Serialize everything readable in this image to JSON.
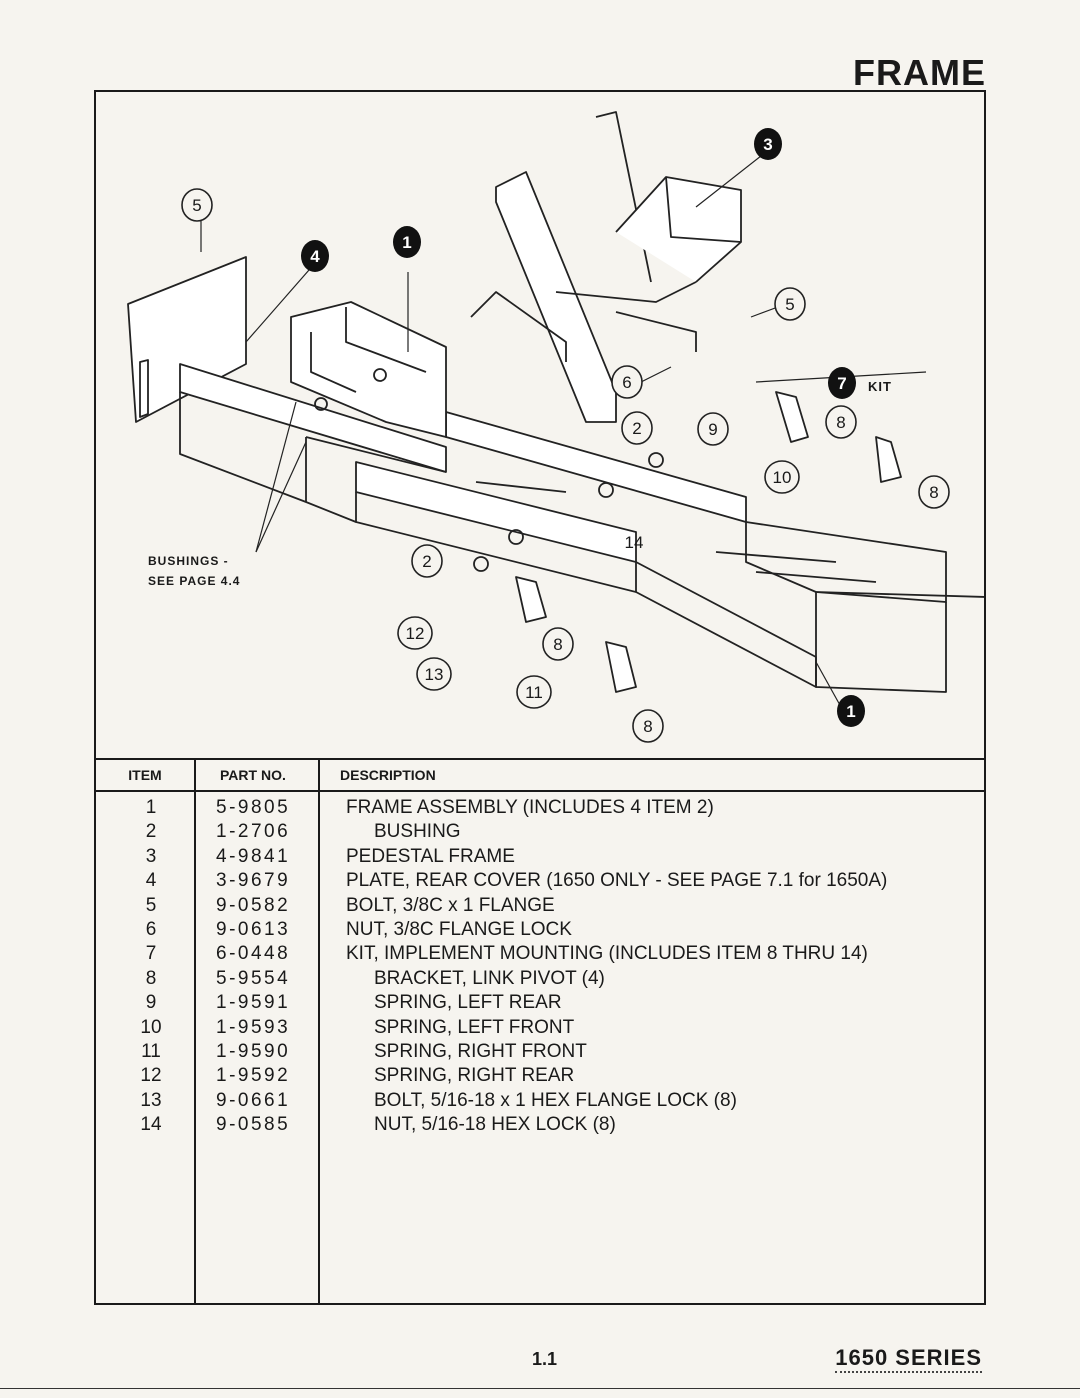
{
  "header": {
    "title": "FRAME"
  },
  "diagram": {
    "annotation_bushings": "BUSHINGS -",
    "annotation_see_page": "SEE PAGE 4.4",
    "kit_label": "KIT",
    "callouts": [
      "5",
      "4",
      "1",
      "3",
      "5",
      "6",
      "7",
      "2",
      "9",
      "8",
      "10",
      "8",
      "14",
      "2",
      "12",
      "8",
      "13",
      "11",
      "8",
      "1"
    ]
  },
  "table": {
    "headers": {
      "item": "ITEM",
      "part_no": "PART NO.",
      "description": "DESCRIPTION"
    },
    "rows": [
      {
        "item": "1",
        "part": "5-9805",
        "desc": "FRAME ASSEMBLY (INCLUDES 4 ITEM 2)"
      },
      {
        "item": "2",
        "part": "1-2706",
        "desc": "BUSHING"
      },
      {
        "item": "3",
        "part": "4-9841",
        "desc": "PEDESTAL FRAME"
      },
      {
        "item": "4",
        "part": "3-9679",
        "desc": "PLATE, REAR COVER (1650 ONLY - SEE PAGE 7.1 for 1650A)"
      },
      {
        "item": "5",
        "part": "9-0582",
        "desc": "BOLT, 3/8C x 1 FLANGE"
      },
      {
        "item": "6",
        "part": "9-0613",
        "desc": "NUT, 3/8C FLANGE LOCK"
      },
      {
        "item": "7",
        "part": "6-0448",
        "desc": "KIT, IMPLEMENT MOUNTING (INCLUDES ITEM 8 THRU 14)"
      },
      {
        "item": "8",
        "part": "5-9554",
        "desc": "BRACKET, LINK PIVOT (4)"
      },
      {
        "item": "9",
        "part": "1-9591",
        "desc": "SPRING, LEFT REAR"
      },
      {
        "item": "10",
        "part": "1-9593",
        "desc": "SPRING, LEFT FRONT"
      },
      {
        "item": "11",
        "part": "1-9590",
        "desc": "SPRING, RIGHT FRONT"
      },
      {
        "item": "12",
        "part": "1-9592",
        "desc": "SPRING, RIGHT REAR"
      },
      {
        "item": "13",
        "part": "9-0661",
        "desc": "BOLT, 5/16-18 x 1 HEX FLANGE LOCK (8)"
      },
      {
        "item": "14",
        "part": "9-0585",
        "desc": "NUT, 5/16-18 HEX LOCK (8)"
      }
    ]
  },
  "footer": {
    "page_number": "1.1",
    "series": "1650 SERIES"
  }
}
